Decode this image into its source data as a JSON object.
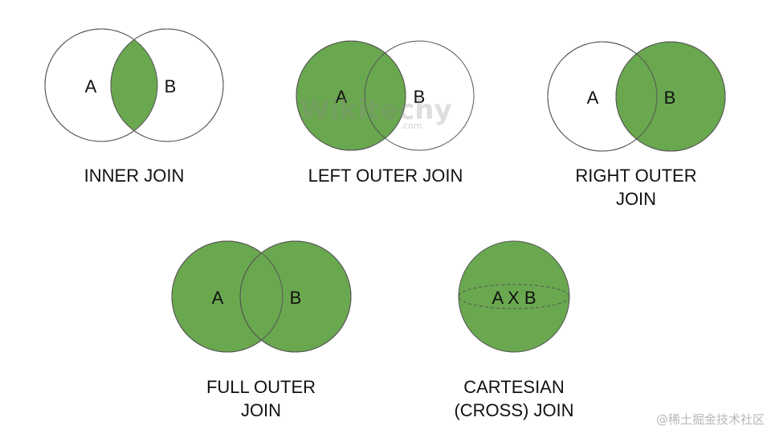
{
  "colors": {
    "fill": "#6aa84f",
    "stroke": "#555555",
    "background": "#ffffff"
  },
  "joins": [
    {
      "id": "inner",
      "caption_lines": [
        "INNER JOIN"
      ],
      "labels": [
        "A",
        "B"
      ],
      "highlight": "intersection"
    },
    {
      "id": "left-outer",
      "caption_lines": [
        "LEFT OUTER JOIN"
      ],
      "labels": [
        "A",
        "B"
      ],
      "highlight": "left"
    },
    {
      "id": "right-outer",
      "caption_lines": [
        "RIGHT OUTER",
        "JOIN"
      ],
      "labels": [
        "A",
        "B"
      ],
      "highlight": "right"
    },
    {
      "id": "full-outer",
      "caption_lines": [
        "FULL OUTER",
        "JOIN"
      ],
      "labels": [
        "A",
        "B"
      ],
      "highlight": "both"
    },
    {
      "id": "cartesian",
      "caption_lines": [
        "CARTESIAN",
        "(CROSS) JOIN"
      ],
      "labels": [
        "A X B"
      ],
      "highlight": "single"
    }
  ],
  "watermark": {
    "text": "Wikitechy",
    "subtext": ".com"
  },
  "credit": "@稀土掘金技术社区"
}
